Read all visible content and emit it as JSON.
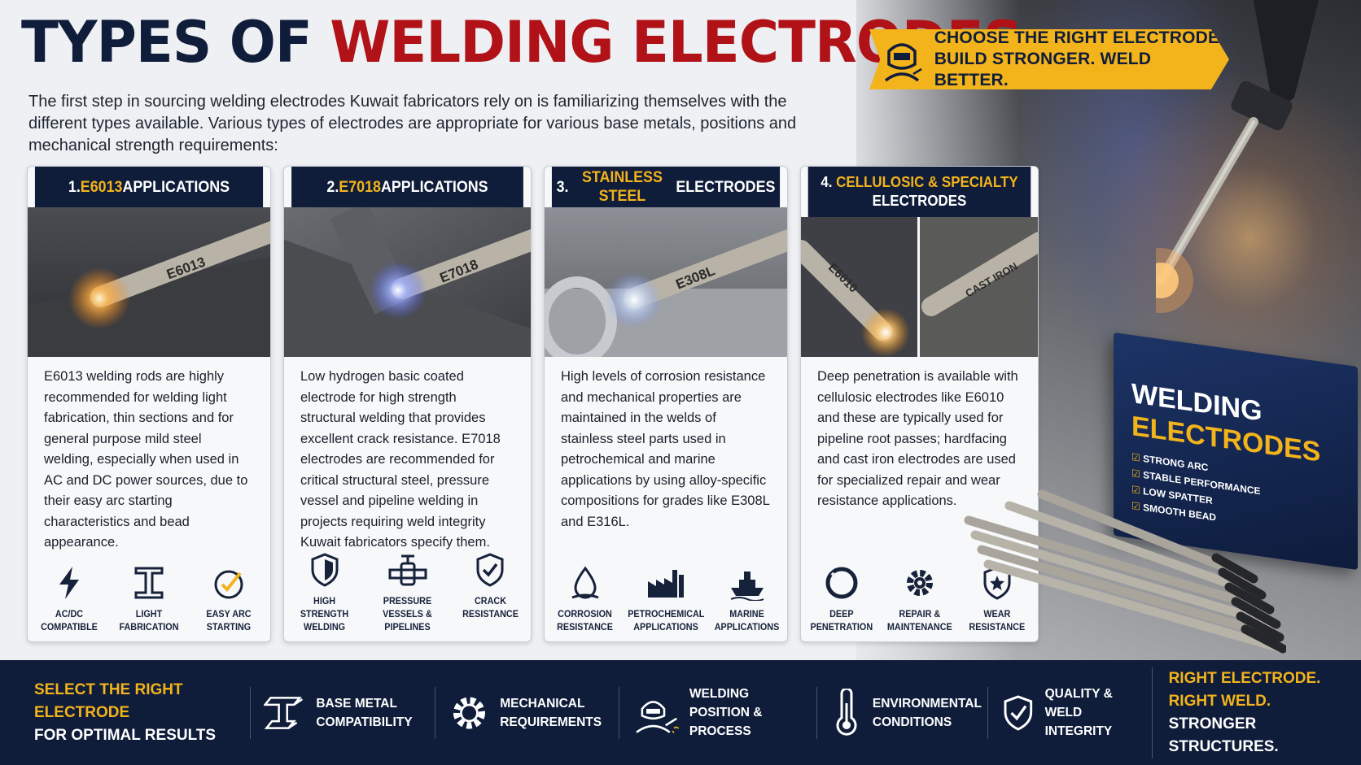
{
  "header": {
    "title_part1": "TYPES OF ",
    "title_part2": "WELDING ELECTRODES",
    "intro": "The first step in sourcing welding electrodes Kuwait fabricators rely on is familiarizing themselves with the different types available. Various types of electrodes are appropriate for various base metals, positions and mechanical strength requirements:"
  },
  "banner": {
    "line1": "CHOOSE THE RIGHT ELECTRODE.",
    "line2": "BUILD STRONGER. WELD BETTER."
  },
  "cards": [
    {
      "prefix": "1. ",
      "highlight": "E6013",
      "suffix": " APPLICATIONS",
      "rod_label": "E6013",
      "body": "E6013 welding rods are highly recommended for welding light fabrication, thin sections and for general purpose mild steel welding, especially when used in AC and DC power sources, due to their easy arc starting characteristics and bead appearance.",
      "features": [
        {
          "icon": "lightning-icon",
          "label": "AC/DC COMPATIBLE"
        },
        {
          "icon": "i-beam-icon",
          "label": "LIGHT FABRICATION"
        },
        {
          "icon": "check-circle-icon",
          "label": "EASY ARC STARTING"
        }
      ]
    },
    {
      "prefix": "2. ",
      "highlight": "E7018",
      "suffix": " APPLICATIONS",
      "rod_label": "E7018",
      "body": "Low hydrogen basic coated electrode for high strength structural welding that provides excellent crack resistance. E7018 electrodes are recommended for critical structural steel, pressure vessel and pipeline welding in projects requiring weld integrity Kuwait fabricators specify them.",
      "features": [
        {
          "icon": "shield-icon",
          "label": "HIGH STRENGTH WELDING"
        },
        {
          "icon": "valve-icon",
          "label": "PRESSURE VESSELS & PIPELINES"
        },
        {
          "icon": "shield-check-icon",
          "label": "CRACK RESISTANCE"
        }
      ]
    },
    {
      "prefix": "3. ",
      "highlight": "STAINLESS STEEL",
      "suffix": " ELECTRODES",
      "rod_label": "E308L",
      "body": "High levels of corrosion resistance and mechanical properties are maintained in the welds of stainless steel parts used in petrochemical and marine applications by using alloy-specific compositions for grades like E308L and E316L.",
      "features": [
        {
          "icon": "droplet-icon",
          "label": "CORROSION RESISTANCE"
        },
        {
          "icon": "factory-icon",
          "label": "PETROCHEMICAL APPLICATIONS"
        },
        {
          "icon": "ship-icon",
          "label": "MARINE APPLICATIONS"
        }
      ]
    },
    {
      "prefix": "4. ",
      "highlight": "CELLULOSIC & SPECIALTY",
      "suffix": "ELECTRODES",
      "rod_label": "E6010",
      "rod_label2": "CAST IRON",
      "body": "Deep penetration is available with cellulosic electrodes like E6010 and these are typically used for pipeline root passes; hardfacing and cast iron electrodes are used for specialized repair and wear resistance applications.",
      "features": [
        {
          "icon": "ring-icon",
          "label": "DEEP PENETRATION"
        },
        {
          "icon": "gear-icon",
          "label": "REPAIR & MAINTENANCE"
        },
        {
          "icon": "shield-star-icon",
          "label": "WEAR RESISTANCE"
        }
      ]
    }
  ],
  "product": {
    "title1": "WELDING",
    "title2": "ELECTRODES",
    "features": [
      "STRONG ARC",
      "STABLE PERFORMANCE",
      "LOW SPATTER",
      "SMOOTH BEAD"
    ]
  },
  "bottom": {
    "lead1": "SELECT THE RIGHT ELECTRODE",
    "lead2": "FOR OPTIMAL RESULTS",
    "items": [
      {
        "icon": "steel-beam-icon",
        "label": "BASE METAL COMPATIBILITY"
      },
      {
        "icon": "gear-icon",
        "label": "MECHANICAL REQUIREMENTS"
      },
      {
        "icon": "welder-icon",
        "label": "WELDING POSITION & PROCESS"
      },
      {
        "icon": "thermometer-icon",
        "label": "ENVIRONMENTAL CONDITIONS"
      },
      {
        "icon": "shield-check-icon",
        "label": "QUALITY & WELD INTEGRITY"
      }
    ],
    "end1": "RIGHT ELECTRODE.",
    "end2": "RIGHT WELD.",
    "end3": "STRONGER STRUCTURES."
  },
  "colors": {
    "navy": "#0f1d3a",
    "red": "#b01217",
    "yellow": "#f3b31b"
  }
}
